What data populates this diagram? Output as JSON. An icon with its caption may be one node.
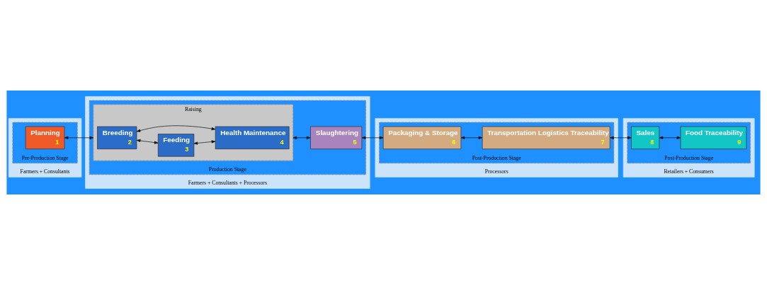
{
  "diagram": {
    "nodes": [
      {
        "text": [
          "Farmers + Consultants"
        ]
      },
      {
        "text": [
          "Pre-Production Stage"
        ],
        "in": 0
      },
      {
        "text": [
          "Planning",
          "1"
        ],
        "in": 1
      },
      {
        "text": [
          "Farmers + Consultants + Processors"
        ]
      },
      {
        "text": [
          "Production Stage"
        ],
        "in": 3
      },
      {
        "text": [
          "Raising"
        ],
        "in": 4
      },
      {
        "text": [
          "Breeding",
          "2"
        ],
        "in": 5
      },
      {
        "text": [
          "Feeding",
          "3"
        ],
        "in": 5
      },
      {
        "text": [
          "Health Maintenance",
          "4"
        ],
        "in": 5
      },
      {
        "text": [
          "Slaughtering",
          "5"
        ],
        "in": 4
      },
      {
        "text": [
          "Processors"
        ]
      },
      {
        "text": [
          "Post-Production Stage"
        ],
        "in": 10
      },
      {
        "text": [
          "Transportation Logistics Traceability",
          "7"
        ],
        "in": 11
      },
      {
        "text": [
          "Packaging & Storage",
          "6"
        ],
        "in": 11
      },
      {
        "text": [
          "Retailers + Consumers"
        ]
      },
      {
        "text": [
          "Post-Production Stage"
        ],
        "in": 14
      },
      {
        "text": [
          "Sales",
          "8"
        ],
        "in": 15
      },
      {
        "text": [
          "Food Traceability",
          "9"
        ],
        "in": 15
      }
    ],
    "edges": [
      {
        "from": 2,
        "to": 5,
        "arrow": "both"
      },
      {
        "from": 6,
        "to": 7,
        "arrow": "both"
      },
      {
        "from": 6,
        "to": 8,
        "arrow": "both"
      },
      {
        "from": 7,
        "to": 8,
        "arrow": "both"
      },
      {
        "from": 5,
        "to": 9,
        "arrow": "both"
      },
      {
        "from": 9,
        "to": 13,
        "arrow": "both"
      },
      {
        "from": 13,
        "to": 12,
        "arrow": "both"
      },
      {
        "from": 12,
        "to": 16,
        "arrow": "both"
      },
      {
        "from": 16,
        "to": 17,
        "arrow": "both"
      }
    ]
  }
}
